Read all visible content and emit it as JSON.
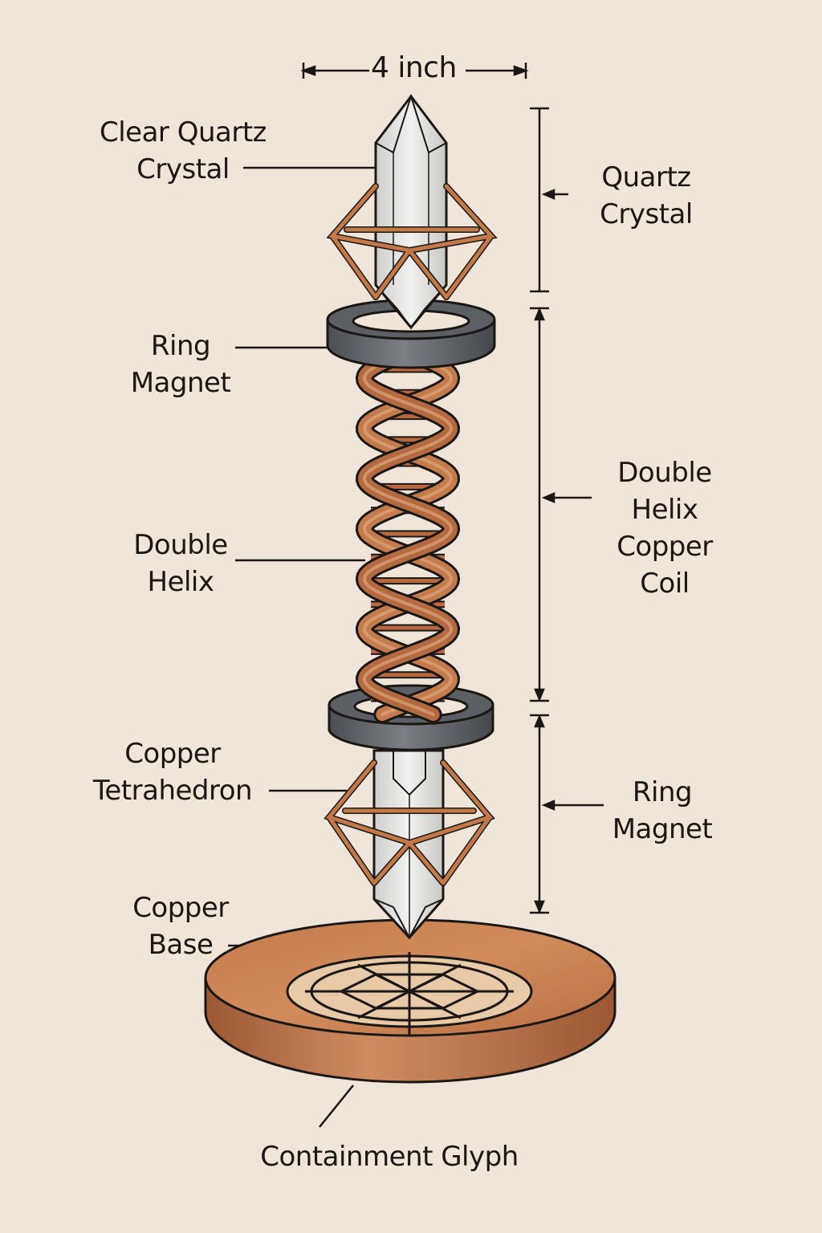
{
  "dimension": {
    "label": "4 inch"
  },
  "left_labels": [
    {
      "id": "clear-quartz-crystal",
      "lines": [
        "Clear Quartz",
        "Crystal"
      ]
    },
    {
      "id": "ring-magnet-top",
      "lines": [
        "Ring",
        "Magnet"
      ]
    },
    {
      "id": "double-helix",
      "lines": [
        "Double",
        "Helix"
      ]
    },
    {
      "id": "copper-tetrahedron",
      "lines": [
        "Copper",
        "Tetrahedron"
      ]
    },
    {
      "id": "copper-base",
      "lines": [
        "Copper",
        "Base"
      ]
    }
  ],
  "right_labels": [
    {
      "id": "quartz-crystal",
      "lines": [
        "Quartz",
        "Crystal"
      ]
    },
    {
      "id": "double-helix-copper-coil",
      "lines": [
        "Double",
        "Helix",
        "Copper",
        "Coil"
      ]
    },
    {
      "id": "ring-magnet-bottom",
      "lines": [
        "Ring",
        "Magnet"
      ]
    }
  ],
  "bottom_label": {
    "lines": [
      "Containment Glyph"
    ]
  },
  "colors": {
    "background": "#efe5d8",
    "ink": "#1a1714",
    "copper": "#b8693f",
    "copper_light": "#d48d5f",
    "copper_dark": "#8a4a2a",
    "magnet": "#5c6064",
    "magnet_dark": "#3d4044",
    "quartz": "#e6e5e2",
    "glyph_disc": "#e8cfae"
  }
}
